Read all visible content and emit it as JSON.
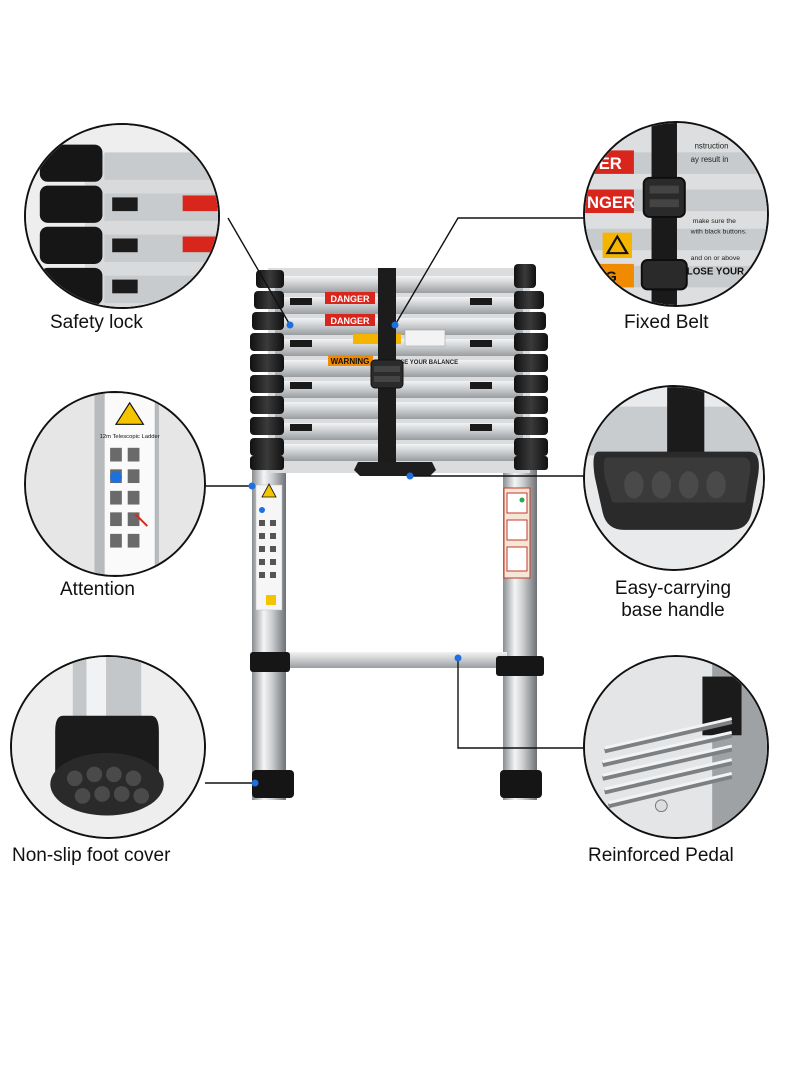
{
  "labels": {
    "safety_lock": "Safety lock",
    "fixed_belt": "Fixed Belt",
    "attention": "Attention",
    "easy_carrying_line1": "Easy-carrying",
    "easy_carrying_line2": "base handle",
    "non_slip": "Non-slip foot cover",
    "reinforced_pedal": "Reinforced Pedal"
  },
  "stickers": {
    "danger": "DANGER",
    "warning": "WARNING",
    "lose_balance": "LOSE YOUR BALANCE",
    "telescopic": "12m Telescopic Ladder",
    "zoom_danger_1": "ER",
    "zoom_danger_2": "NGER",
    "zoom_ing": "ING",
    "zoom_lose": "LOSE YOUR",
    "zoom_instr": "nstruction",
    "zoom_may": "ay result in",
    "zoom_black_buttons": "with black buttons.",
    "zoom_make_sure": "make sure the",
    "zoom_stand": "and on or above"
  },
  "colors": {
    "accent_dot": "#1e6fe0",
    "danger_red": "#d9261c",
    "warning_orange": "#f08a00",
    "leader": "#111111"
  }
}
